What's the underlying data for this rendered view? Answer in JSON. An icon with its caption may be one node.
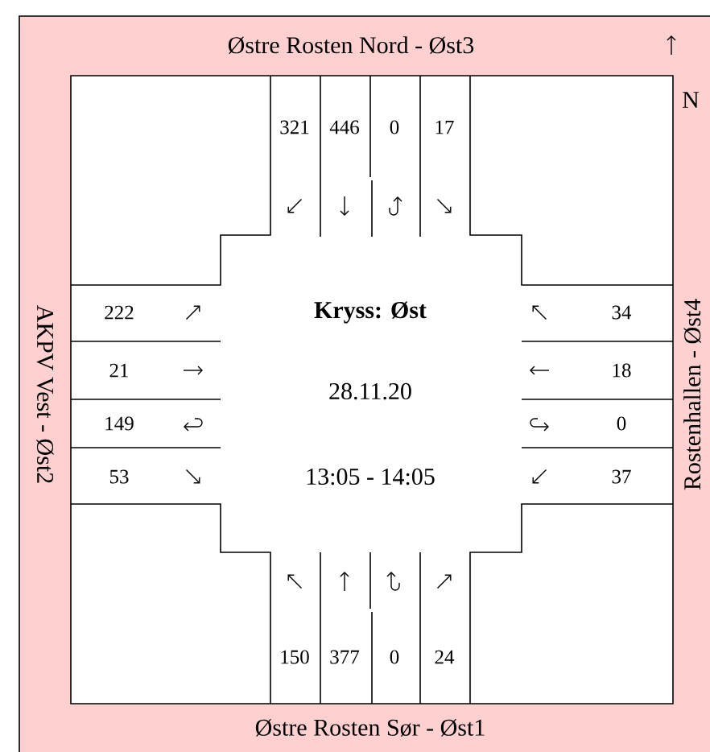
{
  "diagram": {
    "title": "Kryss: Øst",
    "labels": [
      "Østre Rosten Nord - Øst3",
      "N",
      "321",
      "446",
      "0",
      "17",
      "222",
      "34",
      "21",
      "18",
      "149",
      "0",
      "53",
      "37",
      "150",
      "377",
      "0",
      "24",
      "AKPV Vest - Øst2",
      "Rostenhallen - Øst4",
      "28.11.20",
      "13:05 - 14:05",
      "Østre Rosten Sør - Øst1"
    ]
  }
}
